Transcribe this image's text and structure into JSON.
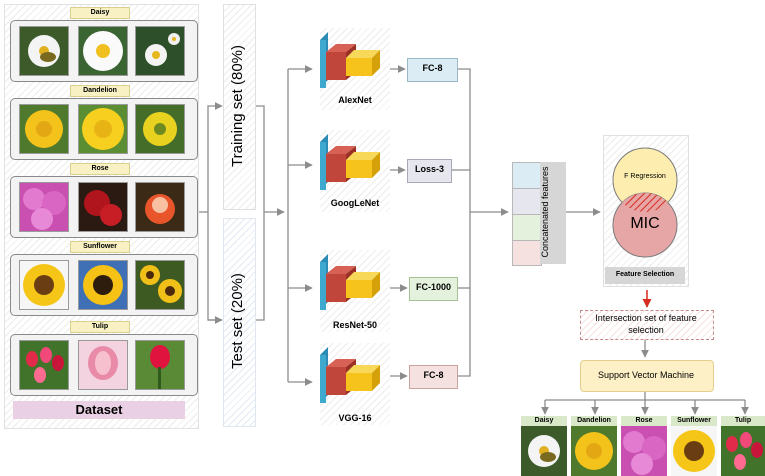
{
  "dataset": {
    "title": "Dataset",
    "classes": [
      "Daisy",
      "Dandelion",
      "Rose",
      "Sunflower",
      "Tulip"
    ]
  },
  "splits": {
    "training": "Training set (80%)",
    "test": "Test set (20%)"
  },
  "networks": [
    {
      "name": "AlexNet",
      "layer": "FC-8",
      "layer_color": "#dcecf4"
    },
    {
      "name": "GoogLeNet",
      "layer": "Loss-3",
      "layer_color": "#e6e6ee"
    },
    {
      "name": "ResNet-50",
      "layer": "FC-1000",
      "layer_color": "#e4f1dc"
    },
    {
      "name": "VGG-16",
      "layer": "FC-8",
      "layer_color": "#f6e1e1"
    }
  ],
  "concatenated": {
    "label": "Concatenated features",
    "segment_colors": [
      "#dcecf4",
      "#e6e6ee",
      "#e4f1dc",
      "#f6e1e1"
    ]
  },
  "feature_selection": {
    "method_top": "F Regression",
    "method_bottom": "MIC",
    "label": "Feature Selection"
  },
  "intersection_label": "Intersection set of feature selection",
  "classifier_label": "Support Vector Machine",
  "outputs": [
    "Daisy",
    "Dandelion",
    "Rose",
    "Sunflower",
    "Tulip"
  ],
  "colors": {
    "cnn_blue": "#3ea8cf",
    "cnn_red": "#c0453a",
    "cnn_yellow": "#f6c31c",
    "dataset_label_bg": "#ead0e4",
    "venn_top": "#fdeeb0",
    "venn_bottom": "#e7a6a6",
    "svm_bg": "#fdf0c6",
    "arrow_red": "#d62b1e"
  }
}
